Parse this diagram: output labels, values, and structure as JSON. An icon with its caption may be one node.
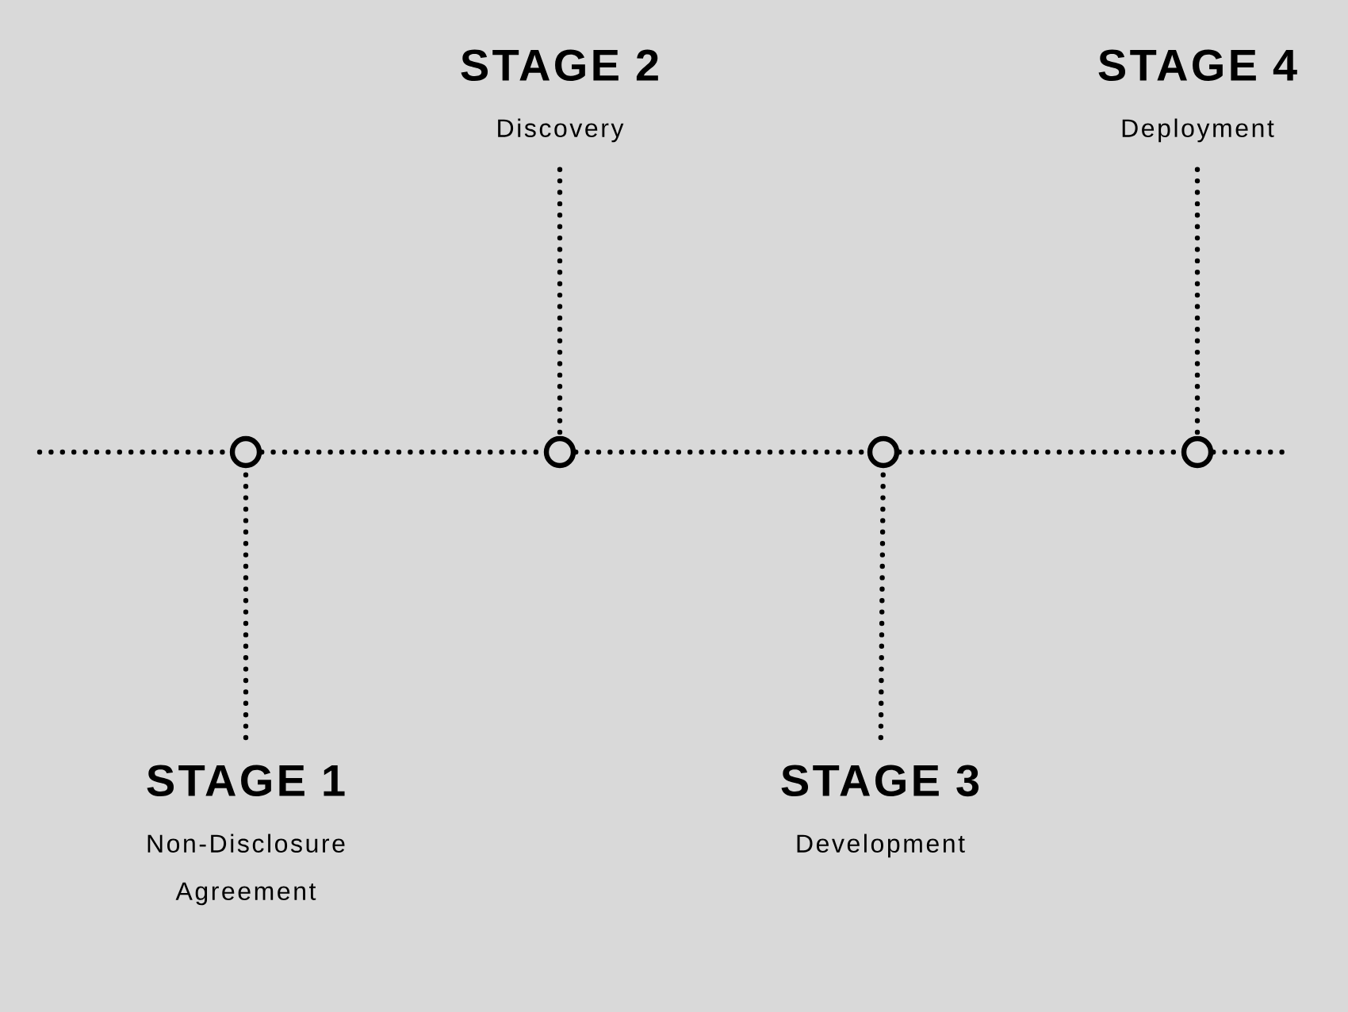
{
  "diagram": {
    "nodes": [
      {
        "text": [
          "STAGE 1",
          "Non-Disclosure Agreement"
        ]
      },
      {
        "text": [
          "STAGE 2",
          "Discovery"
        ]
      },
      {
        "text": [
          "STAGE 3",
          "Development"
        ]
      },
      {
        "text": [
          "STAGE 4",
          "Deployment"
        ]
      },
      {
        "text": [],
        "shape": "circle"
      },
      {
        "text": [],
        "shape": "circle"
      },
      {
        "text": [],
        "shape": "circle"
      },
      {
        "text": [],
        "shape": "circle"
      }
    ],
    "edges": [
      {
        "from": null,
        "to": 4,
        "arrow": "none"
      },
      {
        "from": 4,
        "to": 5,
        "arrow": "none"
      },
      {
        "from": 5,
        "to": 6,
        "arrow": "none"
      },
      {
        "from": 6,
        "to": 7,
        "arrow": "none"
      },
      {
        "from": 7,
        "to": null,
        "arrow": "none"
      },
      {
        "from": 0,
        "to": 4,
        "arrow": "none"
      },
      {
        "from": 1,
        "to": 5,
        "arrow": "none"
      },
      {
        "from": 2,
        "to": 6,
        "arrow": "none"
      },
      {
        "from": 3,
        "to": 7,
        "arrow": "none"
      }
    ]
  }
}
